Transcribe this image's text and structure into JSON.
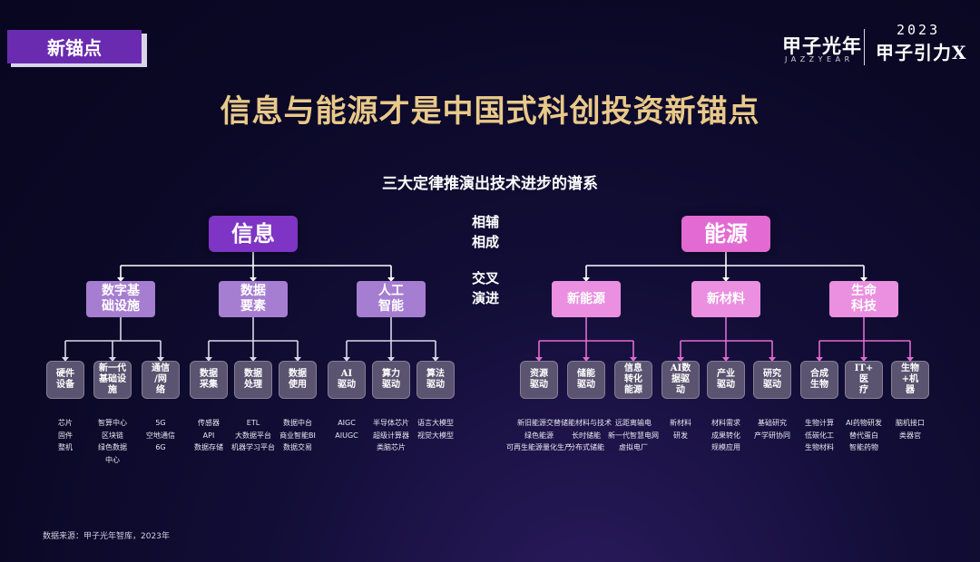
{
  "tag": "新锚点",
  "brand": {
    "name_cn": "甲子光年",
    "name_en": "JAZZYEAR",
    "year": "2023",
    "event": "甲子引力X"
  },
  "title": "信息与能源才是中国式科创投资新锚点",
  "subtitle": "三大定律推演出技术进步的谱系",
  "center_labels": [
    "相辅\n相成",
    "交叉\n演进"
  ],
  "colors": {
    "info": "#7e34c4",
    "info_l2": "#a67ed1",
    "info_l3": "#5a5470",
    "energy": "#e36ad2",
    "energy_l2": "#eb8fe0",
    "energy_l3": "#5a5470",
    "title_gold": "#e9c98a"
  },
  "tree": [
    {
      "name": "信息",
      "children": [
        {
          "name": "数字基\n础设施",
          "children": [
            {
              "name": "硬件\n设备",
              "leaves": [
                "芯片",
                "固件",
                "整机"
              ]
            },
            {
              "name": "新一代\n基础设\n施",
              "leaves": [
                "智算中心",
                "区块链",
                "绿色数据",
                "中心"
              ]
            },
            {
              "name": "通信\n/网\n络",
              "leaves": [
                "5G",
                "空地通信",
                "6G"
              ]
            }
          ]
        },
        {
          "name": "数据\n要素",
          "children": [
            {
              "name": "数据\n采集",
              "leaves": [
                "传感器",
                "API",
                "数据存储"
              ]
            },
            {
              "name": "数据\n处理",
              "leaves": [
                "ETL",
                "大数据平台",
                "机器学习平台"
              ]
            },
            {
              "name": "数据\n使用",
              "leaves": [
                "数据中台",
                "商业智能BI",
                "数据交易"
              ]
            }
          ]
        },
        {
          "name": "人工\n智能",
          "children": [
            {
              "name": "AI\n驱动",
              "leaves": [
                "AIGC",
                "AIUGC"
              ]
            },
            {
              "name": "算力\n驱动",
              "leaves": [
                "半导体芯片",
                "超级计算器",
                "类脑芯片"
              ]
            },
            {
              "name": "算法\n驱动",
              "leaves": [
                "语言大模型",
                "视觉大模型"
              ]
            }
          ]
        }
      ]
    },
    {
      "name": "能源",
      "children": [
        {
          "name": "新能源",
          "children": [
            {
              "name": "资源\n驱动",
              "leaves": [
                "新旧能源交替",
                "绿色能源",
                "可再生能源量化生产"
              ]
            },
            {
              "name": "储能\n驱动",
              "leaves": [
                "储能材料与技术",
                "长时储能",
                "分布式储能"
              ]
            },
            {
              "name": "信息\n转化\n能源",
              "leaves": [
                "远距离输电",
                "新一代智慧电网",
                "虚拟电厂"
              ]
            }
          ]
        },
        {
          "name": "新材料",
          "children": [
            {
              "name": "AI数\n据驱\n动",
              "leaves": [
                "新材料",
                "研发"
              ]
            },
            {
              "name": "产业\n驱动",
              "leaves": [
                "材料需求",
                "成果转化",
                "规模应用"
              ]
            },
            {
              "name": "研究\n驱动",
              "leaves": [
                "基础研究",
                "产学研协同"
              ]
            }
          ]
        },
        {
          "name": "生命\n科技",
          "children": [
            {
              "name": "合成\n生物",
              "leaves": [
                "生物计算",
                "低碳化工",
                "生物材料"
              ]
            },
            {
              "name": "IT+\n医\n疗",
              "leaves": [
                "AI药物研发",
                "替代蛋白",
                "智能药物"
              ]
            },
            {
              "name": "生物\n+机\n器",
              "leaves": [
                "脑机接口",
                "类器官"
              ]
            }
          ]
        }
      ]
    }
  ],
  "source": "数据来源：甲子光年智库，2023年"
}
